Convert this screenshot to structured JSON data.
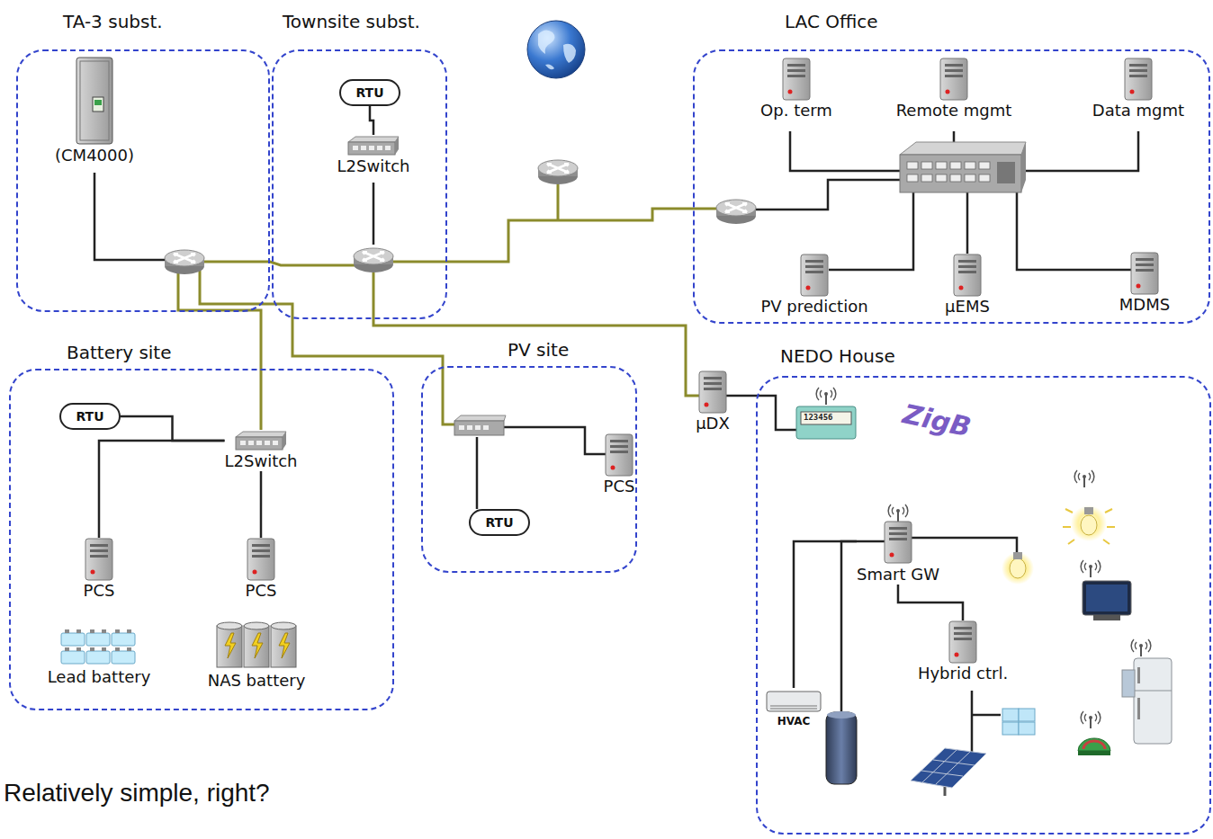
{
  "diagram": {
    "caption": "Relatively simple, right?",
    "nodes": [
      {
        "text": [
          "TA-3 subst."
        ]
      },
      {
        "text": [
          "(CM4000)"
        ],
        "in": 0
      },
      {
        "text": [
          "Townsite subst."
        ]
      },
      {
        "text": [
          "RTU"
        ],
        "in": 2
      },
      {
        "text": [
          "L2Switch"
        ],
        "in": 2
      },
      {
        "text": [
          "LAC Office"
        ]
      },
      {
        "text": [
          "Op. term"
        ],
        "in": 5
      },
      {
        "text": [
          "Remote mgmt"
        ],
        "in": 5
      },
      {
        "text": [
          "Data mgmt"
        ],
        "in": 5
      },
      {
        "text": [
          "PV prediction"
        ],
        "in": 5
      },
      {
        "text": [
          "µEMS"
        ],
        "in": 5
      },
      {
        "text": [
          "MDMS"
        ],
        "in": 5
      },
      {
        "text": [
          "Battery site"
        ]
      },
      {
        "text": [
          "RTU"
        ],
        "in": 12
      },
      {
        "text": [
          "L2Switch"
        ],
        "in": 12
      },
      {
        "text": [
          "PCS"
        ],
        "in": 12
      },
      {
        "text": [
          "Lead battery"
        ],
        "in": 12
      },
      {
        "text": [
          "PCS"
        ],
        "in": 12
      },
      {
        "text": [
          "NAS battery"
        ],
        "in": 12
      },
      {
        "text": [
          "PV site"
        ]
      },
      {
        "text": [
          "PCS"
        ],
        "in": 19
      },
      {
        "text": [
          "RTU"
        ],
        "in": 19
      },
      {
        "text": [
          "µDX"
        ]
      },
      {
        "text": [
          "NEDO House"
        ]
      },
      {
        "text": [
          "Smart GW"
        ],
        "in": 23
      },
      {
        "text": [
          "Hybrid ctrl."
        ],
        "in": 23
      },
      {
        "text": [
          "HVAC"
        ],
        "in": 23
      }
    ],
    "edges": [
      {
        "from": 4,
        "to": 3,
        "arrow": "none"
      },
      {
        "from": 14,
        "to": 13,
        "arrow": "none"
      },
      {
        "from": 14,
        "to": 15,
        "arrow": "none"
      },
      {
        "from": 14,
        "to": 17,
        "arrow": "none"
      },
      {
        "from": 24,
        "to": 26,
        "arrow": "none"
      },
      {
        "from": 24,
        "to": 25,
        "arrow": "none"
      }
    ],
    "labels": [
      "ZigB",
      "123456"
    ]
  }
}
